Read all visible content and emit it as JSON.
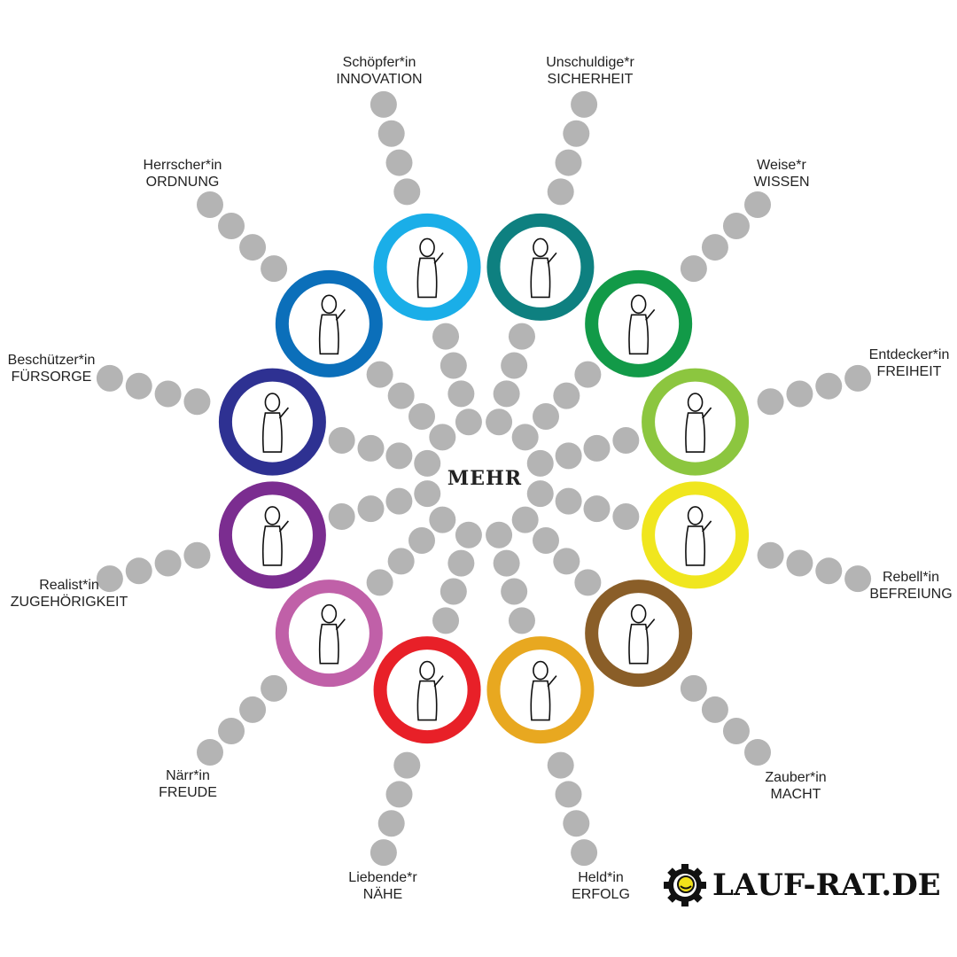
{
  "center": {
    "label": "MEHR"
  },
  "archetypes": [
    {
      "name": "Schöpfer*in",
      "value": "INNOVATION",
      "color": "#1aaee8",
      "icon": "creator-figure-icon"
    },
    {
      "name": "Unschuldige*r",
      "value": "SICHERHEIT",
      "color": "#0e8080",
      "icon": "innocent-figure-icon"
    },
    {
      "name": "Weise*r",
      "value": "WISSEN",
      "color": "#129a48",
      "icon": "sage-figure-icon"
    },
    {
      "name": "Entdecker*in",
      "value": "FREIHEIT",
      "color": "#8cc63f",
      "icon": "explorer-figure-icon"
    },
    {
      "name": "Rebell*in",
      "value": "BEFREIUNG",
      "color": "#f0e61e",
      "icon": "rebel-figure-icon"
    },
    {
      "name": "Zauber*in",
      "value": "MACHT",
      "color": "#8a5e28",
      "icon": "magician-figure-icon"
    },
    {
      "name": "Held*in",
      "value": "ERFOLG",
      "color": "#e8a820",
      "icon": "hero-figure-icon"
    },
    {
      "name": "Liebende*r",
      "value": "NÄHE",
      "color": "#e82028",
      "icon": "lover-figure-icon"
    },
    {
      "name": "Närr*in",
      "value": "FREUDE",
      "color": "#c060a8",
      "icon": "jester-figure-icon"
    },
    {
      "name": "Realist*in",
      "value": "ZUGEHÖRIGKEIT",
      "color": "#7b2d90",
      "icon": "everyman-figure-icon"
    },
    {
      "name": "Beschützer*in",
      "value": "FÜRSORGE",
      "color": "#2e3192",
      "icon": "caregiver-figure-icon"
    },
    {
      "name": "Herrscher*in",
      "value": "ORDNUNG",
      "color": "#0b6fba",
      "icon": "ruler-figure-icon"
    }
  ],
  "dot_color": "#b4b4b4",
  "logo": {
    "text": "LAUF-RAT.DE",
    "accent": "#f2e21a"
  }
}
